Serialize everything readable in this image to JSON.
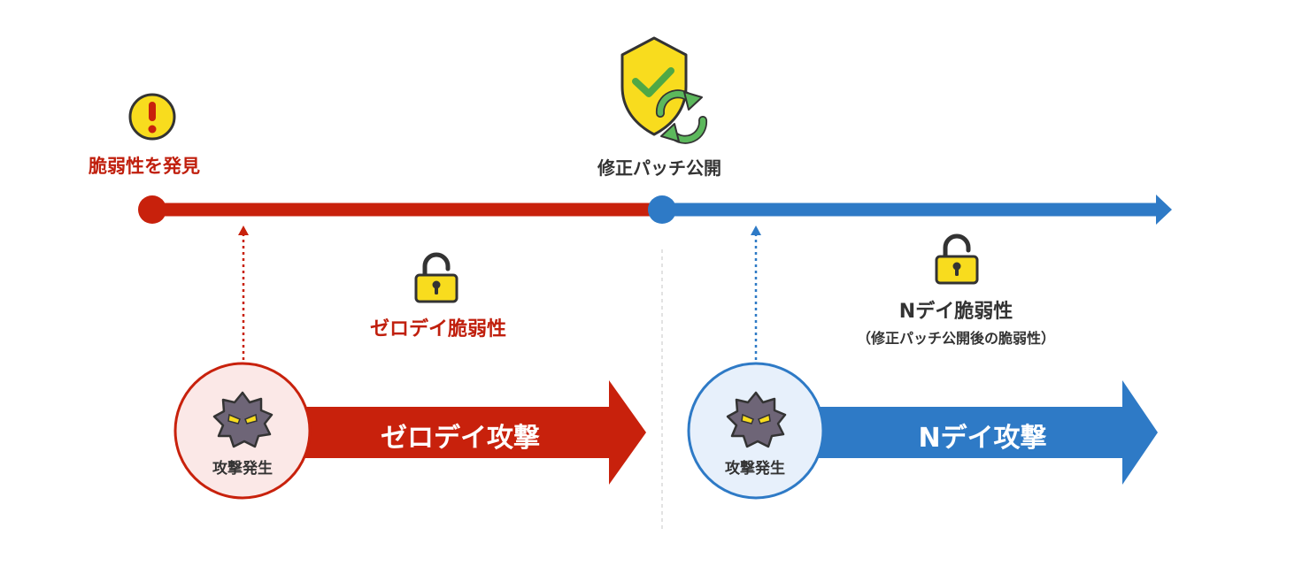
{
  "labels": {
    "vuln_discovered": "脆弱性を発見",
    "patch_released": "修正パッチ公開",
    "zeroday_vuln": "ゼロデイ脆弱性",
    "nday_vuln": "Nデイ脆弱性",
    "nday_vuln_sub": "（修正パッチ公開後の脆弱性）",
    "zeroday_attack": "ゼロデイ攻撃",
    "nday_attack": "Nデイ攻撃",
    "attack_origin_left": "攻撃発生",
    "attack_origin_right": "攻撃発生"
  },
  "icons": {
    "discovery": "warning-icon",
    "patch": "shield-check-refresh-icon",
    "zeroday_lock": "unlocked-padlock-icon",
    "nday_lock": "unlocked-padlock-icon",
    "malware": "virus-icon"
  },
  "colors": {
    "red": "#c8210c",
    "blue": "#2e7ac6",
    "yellow": "#f8dc1e",
    "green": "#5cb85c",
    "virus": "#6e6577"
  }
}
